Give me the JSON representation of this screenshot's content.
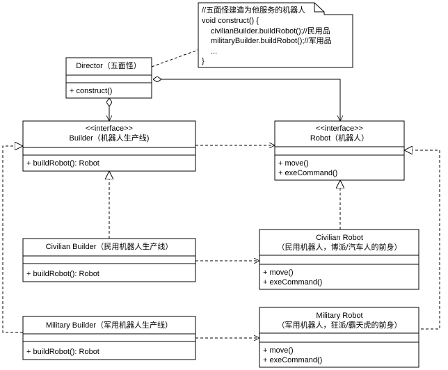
{
  "note": {
    "lines": [
      "//五面怪建造为他服务的机器人",
      "void construct() {",
      "civilianBuilder.buildRobot();//民用品",
      "militaryBuilder.buildRobot();//军用品",
      "...",
      "}"
    ]
  },
  "director": {
    "name": "Director（五面怪）",
    "method": "+ construct()"
  },
  "builder": {
    "stereotype": "<<interface>>",
    "name": "Builder（机器人生产线)",
    "method": "+ buildRobot(): Robot"
  },
  "robot": {
    "stereotype": "<<interface>>",
    "name": "Robot（机器人）",
    "methods": [
      "+ move()",
      "+ exeCommand()"
    ]
  },
  "civilian_builder": {
    "name": "Civilian Builder（民用机器人生产线）",
    "method": "+ buildRobot(): Robot"
  },
  "civilian_robot": {
    "name": "Civilian Robot",
    "subtitle": "（民用机器人，博派/汽车人的前身）",
    "methods": [
      "+ move()",
      "+ exeCommand()"
    ]
  },
  "military_builder": {
    "name": "Military Builder（军用机器人生产线）",
    "method": "+ buildRobot(): Robot"
  },
  "military_robot": {
    "name": "Military Robot",
    "subtitle": "（军用机器人，狂派/霸天虎的前身）",
    "methods": [
      "+ move()",
      "+ exeCommand()"
    ]
  }
}
